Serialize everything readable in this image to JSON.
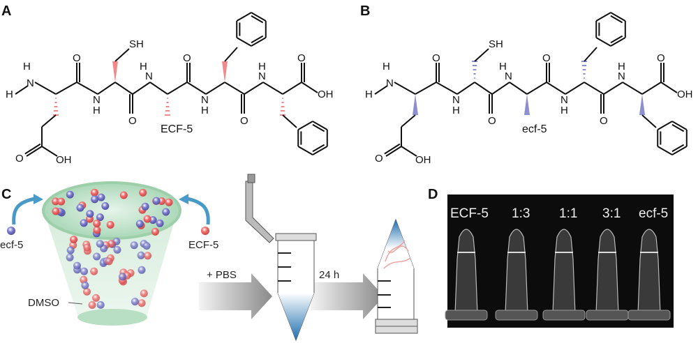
{
  "panels": {
    "A": {
      "letter": "A",
      "name": "ECF-5",
      "wedge_color": "#f08a8a"
    },
    "B": {
      "letter": "B",
      "name": "ecf-5",
      "wedge_color": "#8c8fd0"
    },
    "C": {
      "letter": "C",
      "ecf_label": "ecf-5",
      "ECF_label": "ECF-5",
      "solvent_label": "DMSO",
      "step1_label": "+ PBS",
      "step2_label": "24 h"
    },
    "D": {
      "letter": "D",
      "sample_labels": [
        "ECF-5",
        "1:3",
        "1:1",
        "3:1",
        "ecf-5"
      ]
    }
  },
  "atoms": {
    "O": "O",
    "N": "N",
    "H": "H",
    "SH": "SH",
    "OH": "OH"
  },
  "colors": {
    "red_particle": "#f07070",
    "blue_particle": "#8080d0",
    "funnel_green": "#8cc8a0",
    "arrow_blue": "#4a9ac8",
    "solution_blue": "#1f6fb0"
  }
}
